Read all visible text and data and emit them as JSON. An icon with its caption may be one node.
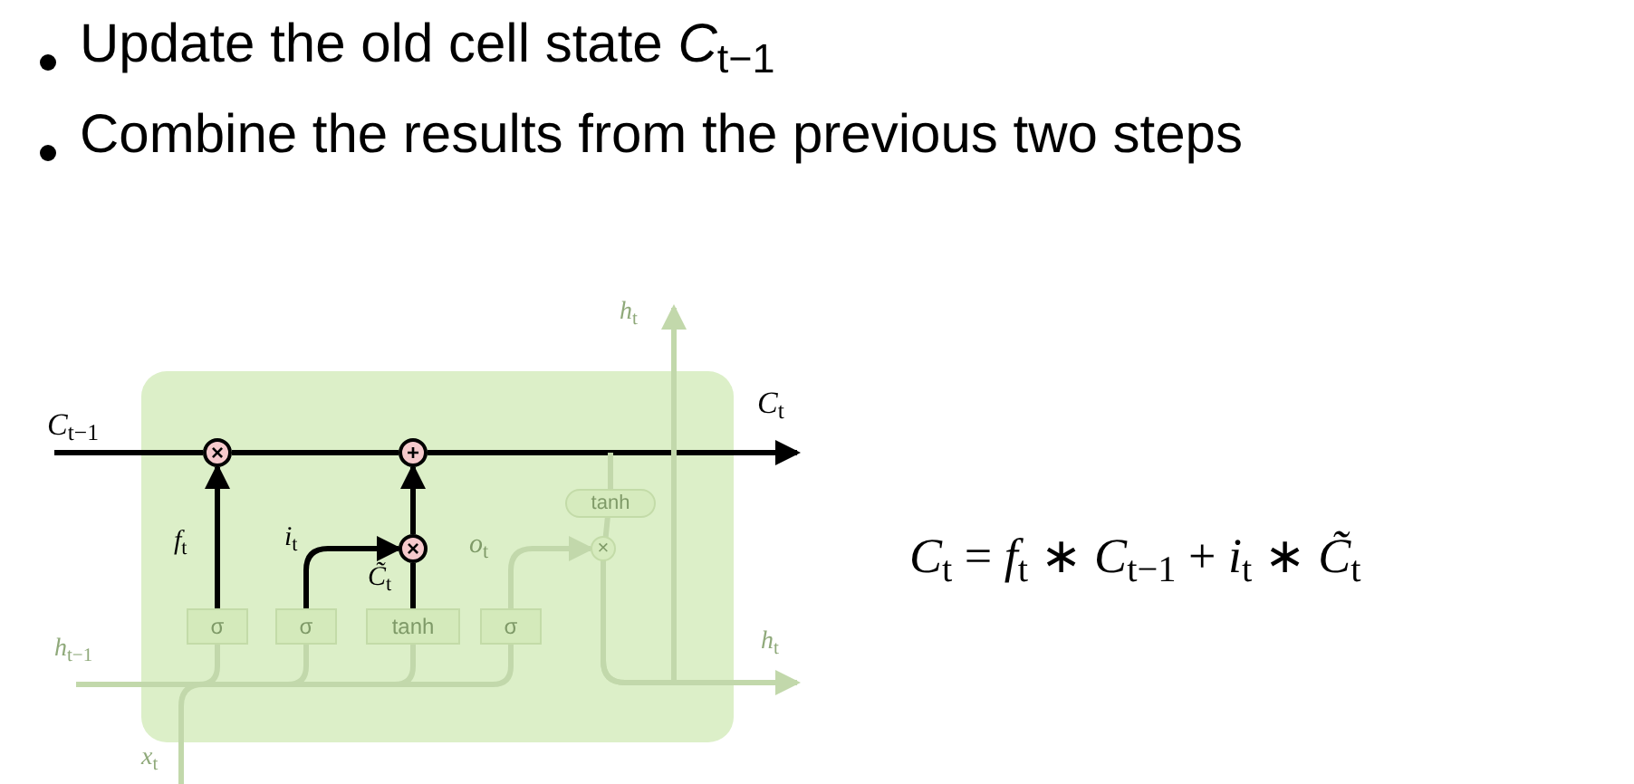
{
  "diagram": {
    "nodes": [
      {
        "text": [],
        "shape": "box"
      },
      {
        "text": [
          "×"
        ],
        "in": 0
      },
      {
        "text": [
          "+"
        ],
        "in": 0
      },
      {
        "text": [
          "×"
        ],
        "in": 0
      },
      {
        "text": [
          "σ"
        ],
        "in": 0
      },
      {
        "text": [
          "σ"
        ],
        "in": 0
      },
      {
        "text": [
          "tanh"
        ],
        "in": 0
      },
      {
        "text": [
          "σ"
        ],
        "in": 0
      },
      {
        "text": [
          "tanh"
        ],
        "in": 0
      },
      {
        "text": [
          "×"
        ],
        "in": 0
      },
      {
        "text": [
          "*C*$_{t−1}$"
        ]
      }
    ],
    "edges": [
      {
        "from": 10,
        "to": 1,
        "arrow": "none",
        "color": "#000000"
      },
      {
        "from": 1,
        "to": 2,
        "arrow": "none",
        "color": "#000000"
      },
      {
        "from": 2,
        "to": null,
        "arrow": "to",
        "color": "#000000"
      },
      {
        "from": 4,
        "to": 1,
        "arrow": "to",
        "label": "*f*$_{t}$",
        "color": "#000000"
      },
      {
        "from": 5,
        "to": 3,
        "arrow": "to",
        "label": "*i*$_{t}$",
        "color": "#000000"
      },
      {
        "from": 6,
        "to": 3,
        "arrow": "none",
        "label": "*C̃*$_{t}$",
        "color": "#000000"
      },
      {
        "from": 3,
        "to": 2,
        "arrow": "to",
        "color": "#000000"
      },
      {
        "from": 7,
        "to": 9,
        "arrow": "to",
        "label": "*o*$_{t}$",
        "color": "#c2d8ab"
      },
      {
        "from": null,
        "to": 8,
        "arrow": "none",
        "color": "#c2d8ab"
      },
      {
        "from": 8,
        "to": 9,
        "arrow": "none",
        "color": "#c2d8ab"
      },
      {
        "from": 9,
        "to": null,
        "arrow": "to",
        "color": "#c2d8ab"
      },
      {
        "from": 9,
        "to": null,
        "arrow": "to",
        "color": "#c2d8ab"
      },
      {
        "from": null,
        "to": 4,
        "arrow": "none",
        "color": "#c2d8ab"
      },
      {
        "from": null,
        "to": 5,
        "arrow": "none",
        "color": "#c2d8ab"
      },
      {
        "from": null,
        "to": 6,
        "arrow": "none",
        "color": "#c2d8ab"
      },
      {
        "from": null,
        "to": 7,
        "arrow": "none",
        "color": "#c2d8ab"
      }
    ],
    "labels": [
      "Update the old cell state *C*$_{t−1}$",
      "Combine the results from the previous two steps",
      "*C*$_{t}$",
      "*h*$_{t}$",
      "*h*$_{t−1}$",
      "*h*$_{t}$",
      "*x*$_{t}$",
      "*C*$_{t}$ = *f*$_{t}$ ∗ *C*$_{t−1}$ + *i*$_{t}$ ∗ *C̃*$_{t}$"
    ]
  }
}
